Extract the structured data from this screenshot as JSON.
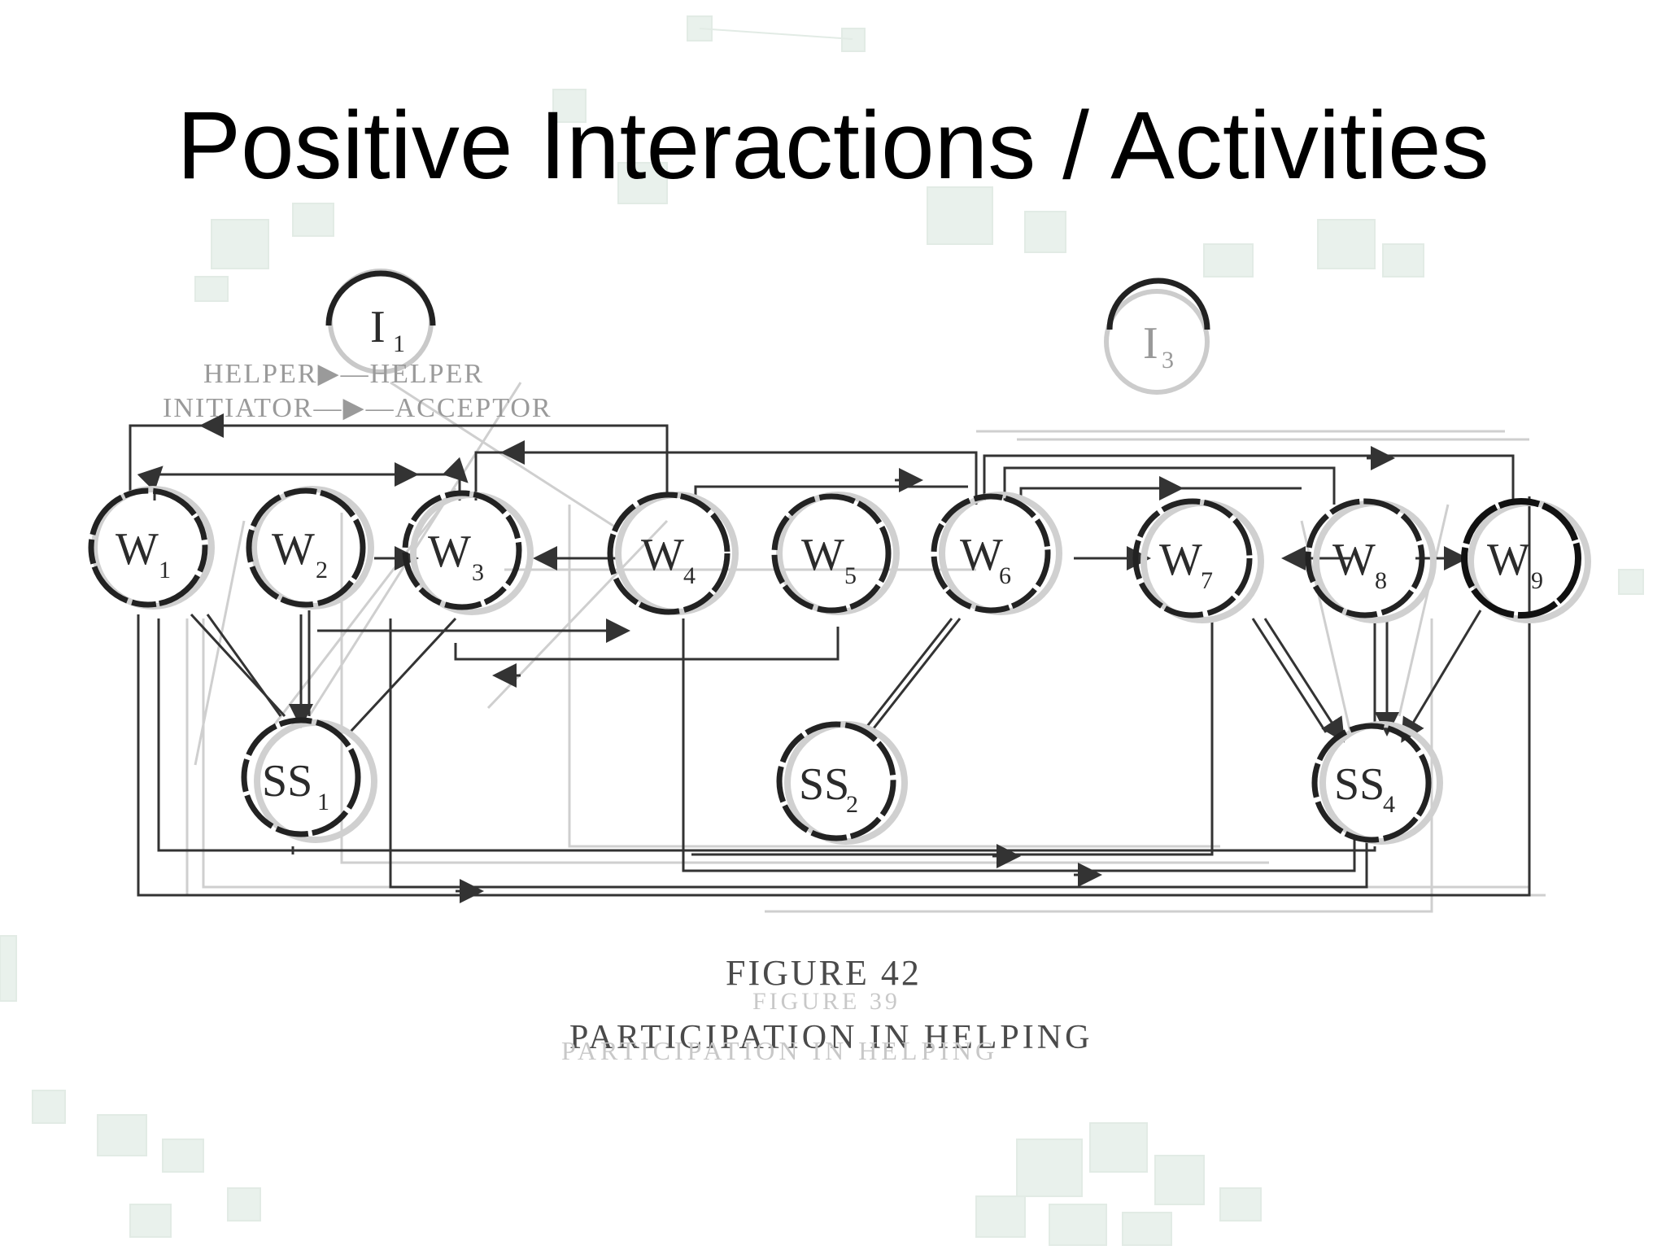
{
  "slide": {
    "title": "Positive Interactions / Activities"
  },
  "diagram": {
    "influencers": [
      {
        "id": "I1",
        "label": "I",
        "sub": "1"
      },
      {
        "id": "I3",
        "label": "I",
        "sub": "3"
      }
    ],
    "legend": {
      "line1": "HELPER▶—HELPER",
      "line2": "INITIATOR—▶—ACCEPTOR"
    },
    "nodes": [
      {
        "id": "W1",
        "label": "W",
        "sub": "1"
      },
      {
        "id": "W2",
        "label": "W",
        "sub": "2"
      },
      {
        "id": "W3",
        "label": "W",
        "sub": "3"
      },
      {
        "id": "W4",
        "label": "W",
        "sub": "4"
      },
      {
        "id": "W5",
        "label": "W",
        "sub": "5"
      },
      {
        "id": "W6",
        "label": "W",
        "sub": "6"
      },
      {
        "id": "W7",
        "label": "W",
        "sub": "7"
      },
      {
        "id": "W8",
        "label": "W",
        "sub": "8"
      },
      {
        "id": "W9",
        "label": "W",
        "sub": "9"
      },
      {
        "id": "S1",
        "label": "SS",
        "sub": "1"
      },
      {
        "id": "S2",
        "label": "SS",
        "sub": "2"
      },
      {
        "id": "S4",
        "label": "SS",
        "sub": "4"
      }
    ],
    "caption": {
      "line1": "FIGURE 42",
      "line2": "PARTICIPATION IN HELPING"
    }
  },
  "colors": {
    "ink": "#2b2b2b",
    "ghost": "#c8c8c8",
    "background_tint": "#e8f0ec"
  }
}
